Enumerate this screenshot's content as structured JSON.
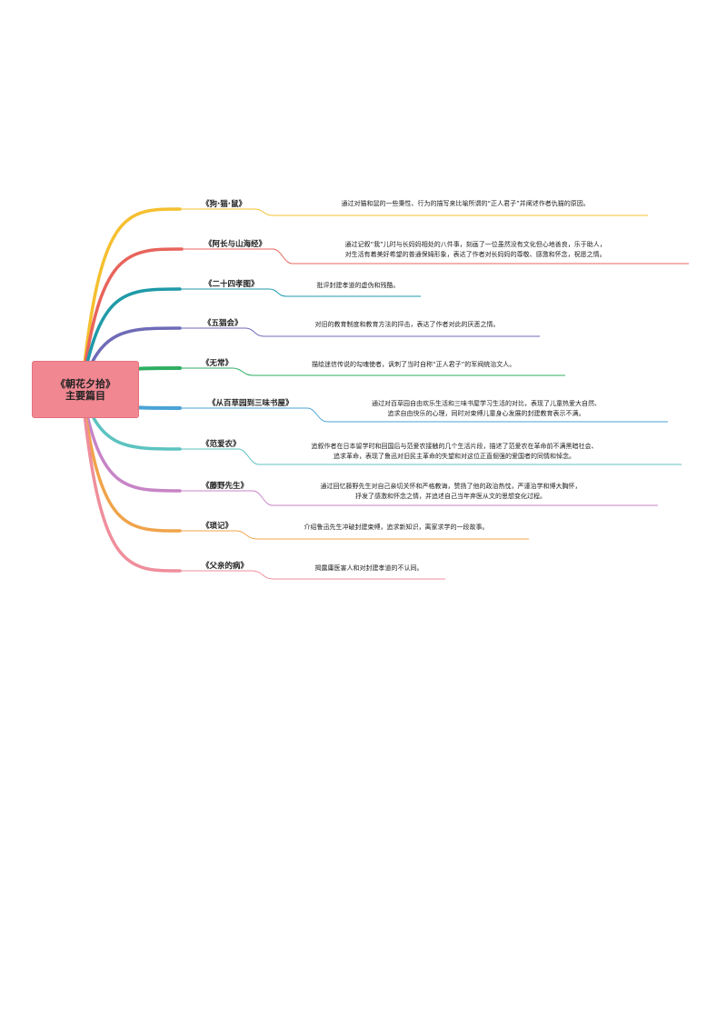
{
  "root": {
    "line1": "《朝花夕拾》",
    "line2": "主要篇目",
    "color": "#f08791"
  },
  "branches": [
    {
      "title": "《狗·猫·鼠》",
      "color": "#f5bf2f",
      "desc": [
        "通过对猫和鼠的一些秉性、行为的描写来比喻所谓的“正人君子”并阐述作者仇猫的原因。"
      ]
    },
    {
      "title": "《阿长与山海经》",
      "color": "#e8645c",
      "desc": [
        "通过记叙“我”儿时与长妈妈相处的八件事，刻画了一位虽然没有文化但心地善良，乐于助人，",
        "对生活有着美好希望的普通保姆形象，表达了作者对长妈妈的尊敬、感激和怀念，祝愿之情。"
      ]
    },
    {
      "title": "《二十四孝图》",
      "color": "#1f9aa8",
      "desc": [
        "批评封建孝道的虚伪和残酷。"
      ]
    },
    {
      "title": "《五猖会》",
      "color": "#6f6bb8",
      "desc": [
        "对旧的教育制度和教育方法的抨击，表达了作者对此的厌恶之情。"
      ]
    },
    {
      "title": "《无常》",
      "color": "#2fae62",
      "desc": [
        "描绘迷信传说的勾魂使者，讽刺了当时自称“正人君子”的军阀统治文人。"
      ]
    },
    {
      "title": "《从百草园到三味书屋》",
      "color": "#4aa3d6",
      "desc": [
        "通过对百草园自由欢乐生活和三味书屋学习生活的对比，表现了儿童热爱大自然、",
        "追求自由快乐的心理，同时对束缚儿童身心发展的封建教育表示不满。"
      ]
    },
    {
      "title": "《范爱农》",
      "color": "#5cc3c0",
      "desc": [
        "追叙作者在日本留学时和回国后与范爱农接触的几个生活片段，描述了范爱农在革命前不满黑暗社会、",
        "追求革命，表现了鲁迅对旧民主革命的失望和对这位正直倔强的爱国者的同情和悼念。"
      ]
    },
    {
      "title": "《藤野先生》",
      "color": "#c784c6",
      "desc": [
        "通过回忆藤野先生对自己亲切关怀和严格教诲，赞扬了他的政治热忱，严谨治学和博大胸怀，",
        "抒发了感激和怀念之情，并追述自己当年弃医从文的思想变化过程。"
      ]
    },
    {
      "title": "《琐记》",
      "color": "#f0a34a",
      "desc": [
        "介绍鲁迅先生冲破封建束缚，追求新知识，离家求学的一段故事。"
      ]
    },
    {
      "title": "《父亲的病》",
      "color": "#ef8e9c",
      "desc": [
        "揭露庸医害人和对封建孝道的不认同。"
      ]
    }
  ]
}
